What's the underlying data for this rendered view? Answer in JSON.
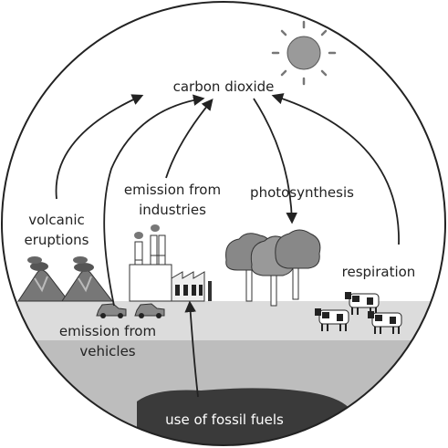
{
  "labels": {
    "carbon_dioxide": "carbon dioxide",
    "emission_industries_1": "emission from",
    "emission_industries_2": "industries",
    "photosynthesis": "photosynthesis",
    "volcanic_1": "volcanic",
    "volcanic_2": "eruptions",
    "respiration": "respiration",
    "emission_vehicles_1": "emission from",
    "emission_vehicles_2": "vehicles",
    "fossil_fuels": "use of fossil fuels"
  },
  "colors": {
    "ground_light": "#dcdcdc",
    "ground_mid": "#bdbdbd",
    "fossil_fuel": "#3a3a3a",
    "sun": "#9a9a9a",
    "outline": "#222222"
  }
}
